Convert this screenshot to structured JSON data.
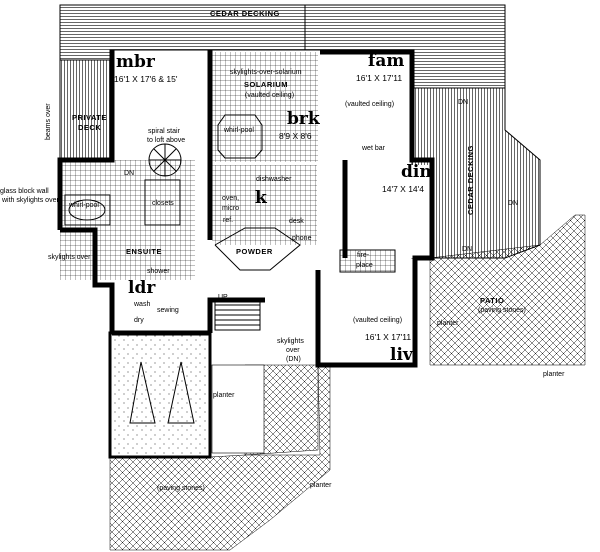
{
  "plan": {
    "decking_top": "CEDAR DECKING",
    "decking_right": "CEDAR DECKING",
    "private_deck": [
      "PRIVATE",
      "DECK"
    ],
    "beams_over": "beams over",
    "glass_block": [
      "glass block wall",
      "with skylights over"
    ],
    "skylights_over_left": "skylights over",
    "rooms": {
      "mbr": {
        "name": "mbr",
        "dims": "16'1 X 17'6 & 15'"
      },
      "fam": {
        "name": "fam",
        "dims": "16'1 X 17'11",
        "note": "(vaulted ceiling)"
      },
      "brk": {
        "name": "brk",
        "dims": "8'9 X 8'6"
      },
      "din": {
        "name": "din",
        "dims": "14'7 X 14'4"
      },
      "k": {
        "name": "k"
      },
      "liv": {
        "name": "liv",
        "dims": "16'1 X 17'11",
        "note": "(vaulted ceiling)"
      },
      "ldr": {
        "name": "ldr"
      }
    },
    "solarium": {
      "skylights": "skylights-over-solarium",
      "name": "SOLARIUM",
      "note": "(vaulted ceiling)"
    },
    "whirlpool_bath": "whirl-pool",
    "whirlpool_brk": "whirl-pool",
    "spiral_stair": [
      "spiral stair",
      "to loft above"
    ],
    "dn": "DN",
    "up": "UP",
    "closets": "closets",
    "ensuite": "ENSUITE",
    "shower": "shower",
    "kitchen": {
      "dishwasher": "dishwasher",
      "oven": "oven,",
      "micro": "micro",
      "ref": "ref.",
      "desk": "desk",
      "phone": "phone"
    },
    "powder": "POWDER",
    "wet_bar": "wet bar",
    "fireplace": [
      "fire-",
      "place"
    ],
    "laundry": {
      "wash": "wash",
      "dry": "dry",
      "sewing": "sewing"
    },
    "skylights_over_dn": [
      "skylights",
      "over",
      "(DN)"
    ],
    "patio": {
      "name": "PATIO",
      "note": "(paving stones)"
    },
    "planter": "planter",
    "paving_front": "(paving stones)"
  }
}
